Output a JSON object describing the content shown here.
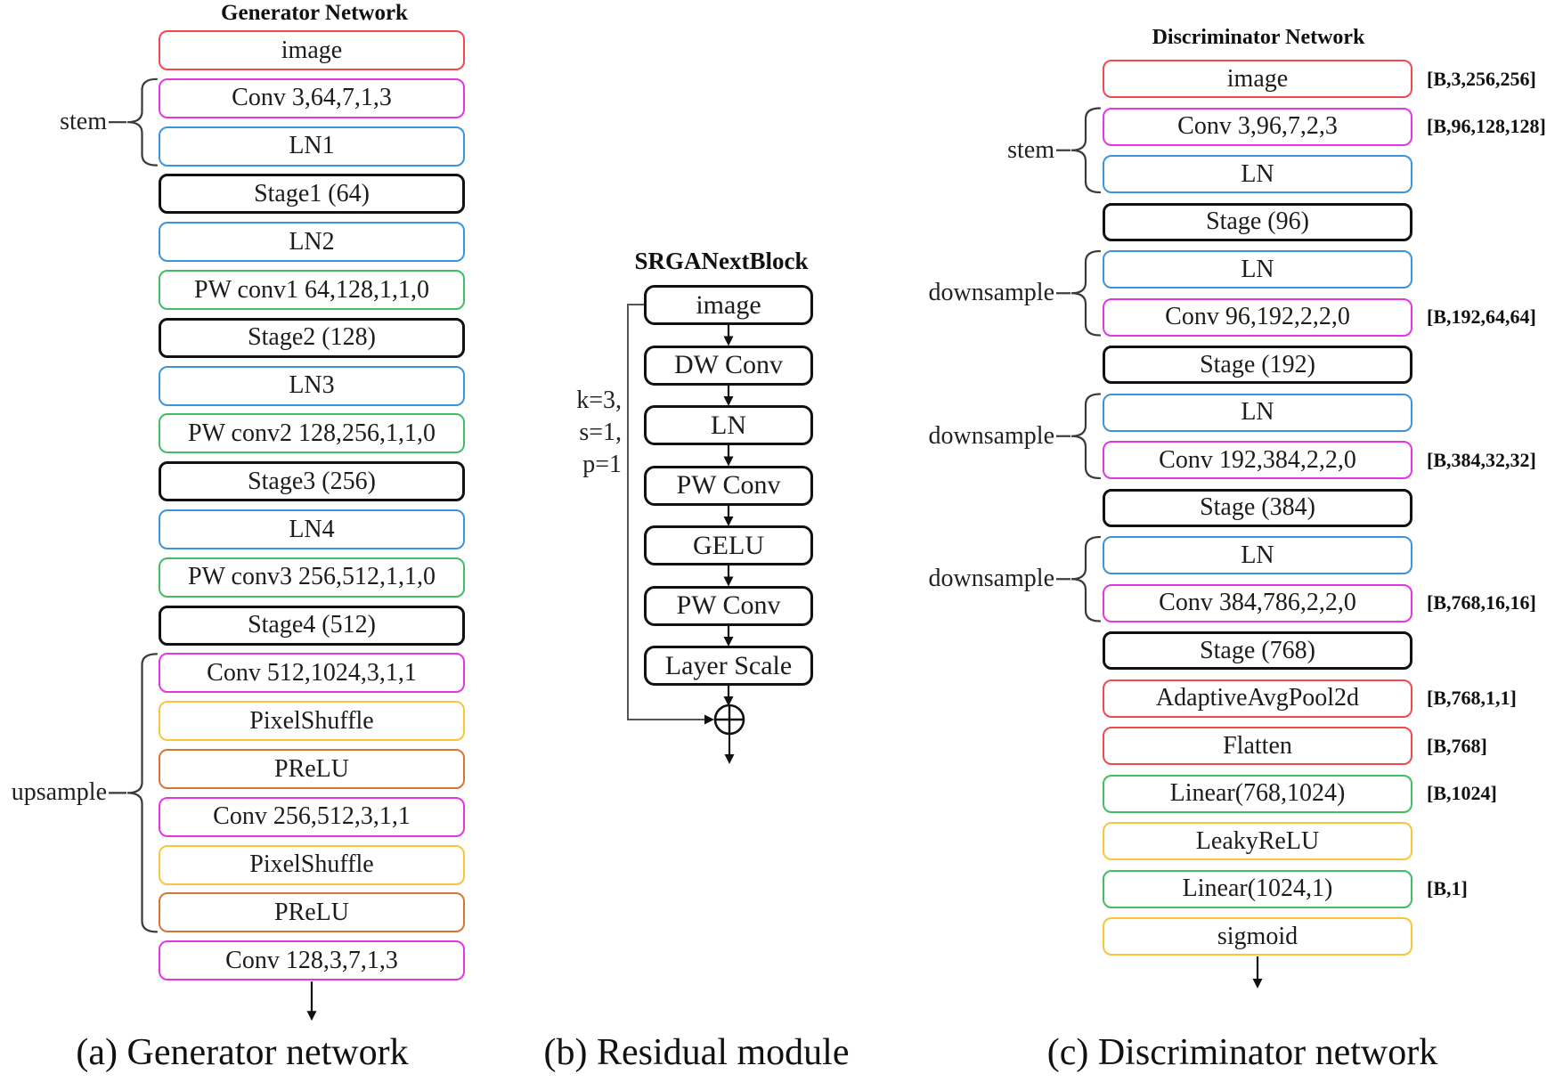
{
  "colors": {
    "red": "#f2494c",
    "magenta": "#e436e4",
    "blue": "#3d94dd",
    "green": "#41bd63",
    "yellow": "#f8c53c",
    "orange": "#d9733a",
    "black": "#111111"
  },
  "generator": {
    "title": "Generator Network",
    "layers": [
      {
        "label": "image",
        "color": "red"
      },
      {
        "label": "Conv 3,64,7,1,3",
        "color": "magenta"
      },
      {
        "label": "LN1",
        "color": "blue"
      },
      {
        "label": "Stage1 (64)",
        "color": "black"
      },
      {
        "label": "LN2",
        "color": "blue"
      },
      {
        "label": "PW conv1 64,128,1,1,0",
        "color": "green"
      },
      {
        "label": "Stage2 (128)",
        "color": "black"
      },
      {
        "label": "LN3",
        "color": "blue"
      },
      {
        "label": "PW conv2 128,256,1,1,0",
        "color": "green"
      },
      {
        "label": "Stage3 (256)",
        "color": "black"
      },
      {
        "label": "LN4",
        "color": "blue"
      },
      {
        "label": "PW conv3 256,512,1,1,0",
        "color": "green"
      },
      {
        "label": "Stage4 (512)",
        "color": "black"
      },
      {
        "label": "Conv 512,1024,3,1,1",
        "color": "magenta"
      },
      {
        "label": "PixelShuffle",
        "color": "yellow"
      },
      {
        "label": "PReLU",
        "color": "orange"
      },
      {
        "label": "Conv 256,512,3,1,1",
        "color": "magenta"
      },
      {
        "label": "PixelShuffle",
        "color": "yellow"
      },
      {
        "label": "PReLU",
        "color": "orange"
      },
      {
        "label": "Conv 128,3,7,1,3",
        "color": "magenta"
      }
    ],
    "brackets": [
      {
        "label": "stem",
        "rows": [
          1,
          2
        ]
      },
      {
        "label": "upsample",
        "rows": [
          13,
          18
        ]
      }
    ]
  },
  "residual": {
    "title": "SRGANextBlock",
    "params": [
      "k=3,",
      "s=1,",
      "p=1"
    ],
    "layers": [
      {
        "label": "image"
      },
      {
        "label": "DW Conv"
      },
      {
        "label": "LN"
      },
      {
        "label": "PW Conv"
      },
      {
        "label": "GELU"
      },
      {
        "label": "PW Conv"
      },
      {
        "label": "Layer Scale"
      }
    ],
    "sum_icon": "circled-plus"
  },
  "discriminator": {
    "title": "Discriminator Network",
    "layers": [
      {
        "label": "image",
        "color": "red",
        "shape": "[B,3,256,256]"
      },
      {
        "label": "Conv 3,96,7,2,3",
        "color": "magenta",
        "shape": "[B,96,128,128]"
      },
      {
        "label": "LN",
        "color": "blue"
      },
      {
        "label": "Stage (96)",
        "color": "black"
      },
      {
        "label": "LN",
        "color": "blue"
      },
      {
        "label": "Conv 96,192,2,2,0",
        "color": "magenta",
        "shape": "[B,192,64,64]"
      },
      {
        "label": "Stage (192)",
        "color": "black"
      },
      {
        "label": "LN",
        "color": "blue"
      },
      {
        "label": "Conv 192,384,2,2,0",
        "color": "magenta",
        "shape": "[B,384,32,32]"
      },
      {
        "label": "Stage (384)",
        "color": "black"
      },
      {
        "label": "LN",
        "color": "blue"
      },
      {
        "label": "Conv 384,786,2,2,0",
        "color": "magenta",
        "shape": "[B,768,16,16]"
      },
      {
        "label": "Stage (768)",
        "color": "black"
      },
      {
        "label": "AdaptiveAvgPool2d",
        "color": "red",
        "shape": "[B,768,1,1]"
      },
      {
        "label": "Flatten",
        "color": "red",
        "shape": "[B,768]"
      },
      {
        "label": "Linear(768,1024)",
        "color": "green",
        "shape": "[B,1024]"
      },
      {
        "label": "LeakyReLU",
        "color": "yellow"
      },
      {
        "label": "Linear(1024,1)",
        "color": "green",
        "shape": "[B,1]"
      },
      {
        "label": "sigmoid",
        "color": "yellow"
      }
    ],
    "brackets": [
      {
        "label": "stem",
        "rows": [
          1,
          2
        ]
      },
      {
        "label": "downsample",
        "rows": [
          4,
          5
        ]
      },
      {
        "label": "downsample",
        "rows": [
          7,
          8
        ]
      },
      {
        "label": "downsample",
        "rows": [
          10,
          11
        ]
      }
    ]
  },
  "captions": {
    "a": "(a) Generator network",
    "b": "(b) Residual module",
    "c": "(c) Discriminator network"
  }
}
